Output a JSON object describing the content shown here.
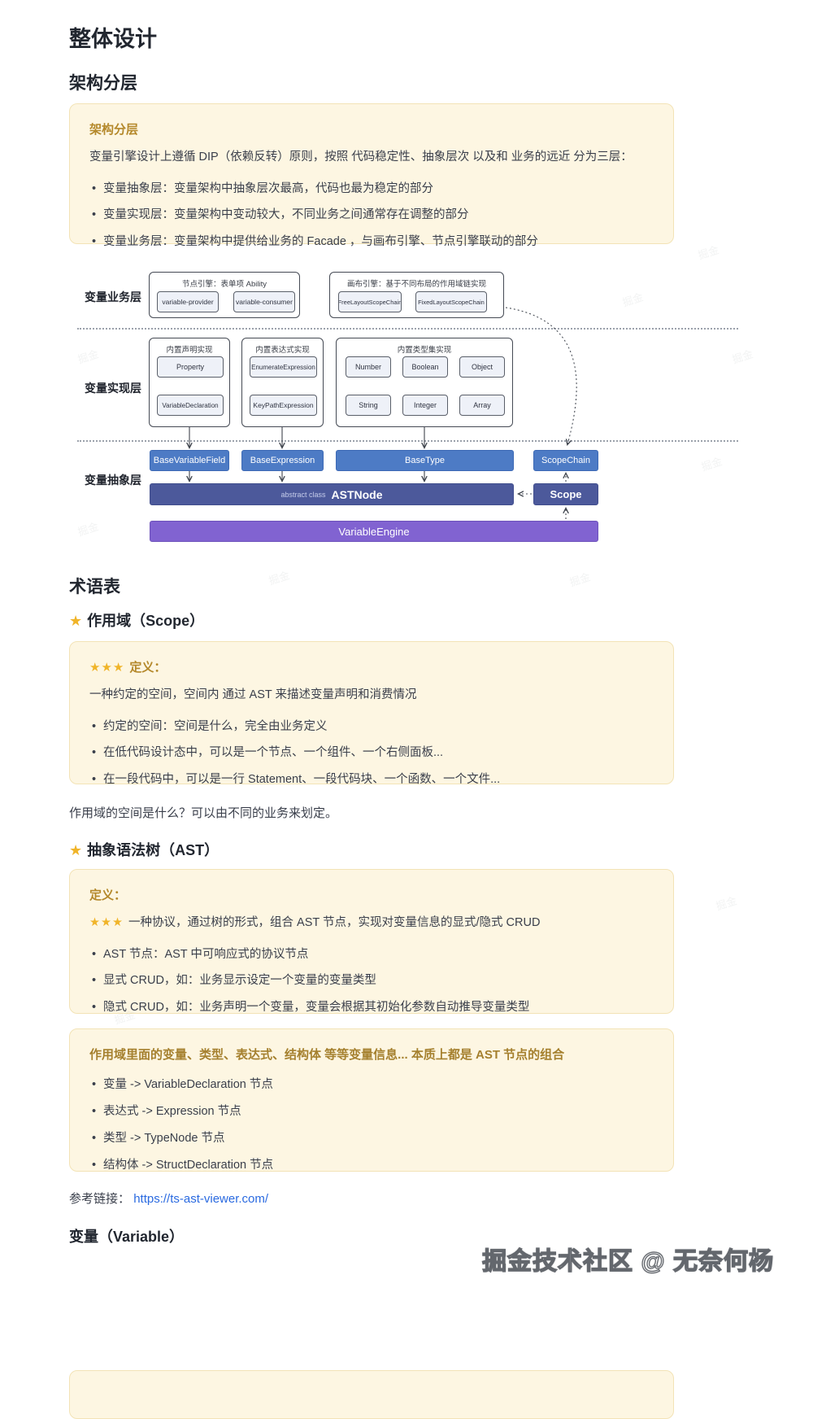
{
  "header": {
    "h1": "整体设计",
    "h2_arch": "架构分层",
    "h2_glossary": "术语表"
  },
  "arch_callout": {
    "title": "架构分层",
    "intro": "变量引擎设计上遵循 DIP（依赖反转）原则，按照 代码稳定性、抽象层次 以及和 业务的远近 分为三层：",
    "bullets": [
      "变量抽象层：变量架构中抽象层次最高，代码也最为稳定的部分",
      "变量实现层：变量架构中变动较大，不同业务之间通常存在调整的部分",
      "变量业务层：变量架构中提供给业务的 Facade ，与画布引擎、节点引擎联动的部分"
    ]
  },
  "diagram": {
    "layer_labels": [
      "变量业务层",
      "变量实现层",
      "变量抽象层"
    ],
    "node_engine_group": {
      "caption": "节点引擎：表单项 Ability",
      "boxes": [
        "variable-provider",
        "variable-consumer"
      ]
    },
    "canvas_engine_group": {
      "caption": "画布引擎：基于不同布局的作用域链实现",
      "boxes": [
        "FreeLayoutScopeChain",
        "FixedLayoutScopeChain"
      ]
    },
    "declaration_group": {
      "caption": "内置声明实现",
      "boxes": [
        "Property",
        "VariableDeclaration"
      ]
    },
    "expression_group": {
      "caption": "内置表达式实现",
      "boxes": [
        "EnumerateExpression",
        "KeyPathExpression"
      ]
    },
    "type_group": {
      "caption": "内置类型集实现",
      "boxes": [
        "Number",
        "Boolean",
        "Object",
        "String",
        "Integer",
        "Array"
      ]
    },
    "base_row": [
      "BaseVariableField",
      "BaseExpression",
      "BaseType",
      "ScopeChain"
    ],
    "ast_node": {
      "prefix": "abstract class",
      "label": "ASTNode"
    },
    "scope_label": "Scope",
    "engine_label": "VariableEngine"
  },
  "scope_section": {
    "heading_icon": "★",
    "heading": "作用域（Scope）",
    "callout": {
      "stars": "★★★",
      "def_label": "定义：",
      "intro": "一种约定的空间，空间内 通过 AST 来描述变量声明和消费情况",
      "bullets": [
        "约定的空间：空间是什么，完全由业务定义",
        "在低代码设计态中，可以是一个节点、一个组件、一个右侧面板...",
        "在一段代码中，可以是一行 Statement、一段代码块、一个函数、一个文件..."
      ]
    },
    "after_note": "作用域的空间是什么？可以由不同的业务来划定。"
  },
  "ast_section": {
    "heading_icon": "★",
    "heading": "抽象语法树（AST）",
    "callout": {
      "def_label": "定义：",
      "stars": "★★★",
      "intro": "一种协议，通过树的形式，组合 AST 节点，实现对变量信息的显式/隐式 CRUD",
      "bullets": [
        "AST 节点：AST 中可响应式的协议节点",
        "显式 CRUD，如：业务显示设定一个变量的变量类型",
        "隐式 CRUD，如：业务声明一个变量，变量会根据其初始化参数自动推导变量类型"
      ]
    },
    "combo_callout": {
      "title": "作用域里面的变量、类型、表达式、结构体 等等变量信息... 本质上都是 AST 节点的组合",
      "bullets": [
        "变量 -> VariableDeclaration 节点",
        "表达式 -> Expression 节点",
        "类型 -> TypeNode 节点",
        "结构体 -> StructDeclaration 节点"
      ]
    },
    "reference": {
      "label": "参考链接：",
      "url": "https://ts-ast-viewer.com/"
    }
  },
  "variable_section": {
    "heading": "变量（Variable）"
  },
  "watermark": "掘金技术社区 @ 无奈何杨",
  "faint_mark": "掘金",
  "colors": {
    "callout_bg": "#fdf6e2",
    "callout_border": "#f3e3b6",
    "callout_title": "#b4882a",
    "base_blue": "#4d7bc5",
    "abstract_slate": "#4c599b",
    "engine_purple": "#8163d1",
    "link_blue": "#2a6ae0"
  }
}
